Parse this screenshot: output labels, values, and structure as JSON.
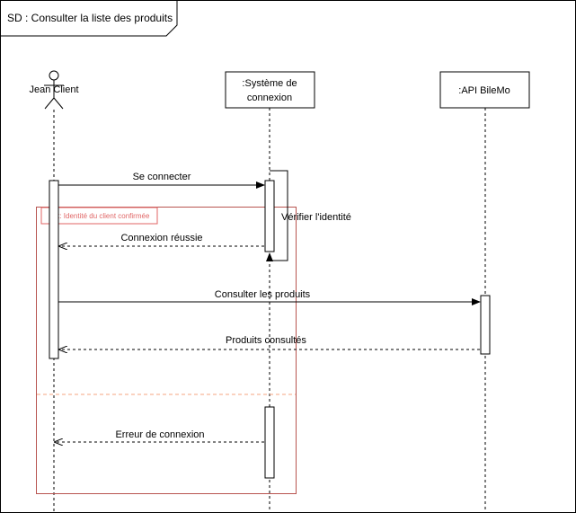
{
  "frame": {
    "title": "SD : Consulter la liste des produits"
  },
  "participants": {
    "actor": "Jean Client",
    "system": ":Système de connexion",
    "system_line1": ":Système de",
    "system_line2": "connexion",
    "api": ":API BileMo"
  },
  "messages": {
    "connect": "Se connecter",
    "verify": "Vérifier l'identité",
    "success": "Connexion réussie",
    "consult": "Consulter les produits",
    "consulted": "Produits consultés",
    "error": "Erreur de connexion"
  },
  "fragment": {
    "guard": "Alt: Identité du client confirmée"
  },
  "colors": {
    "line": "#000000",
    "fragment": "#b85450",
    "guard_text": "#e06666",
    "divider": "#f4a582"
  }
}
